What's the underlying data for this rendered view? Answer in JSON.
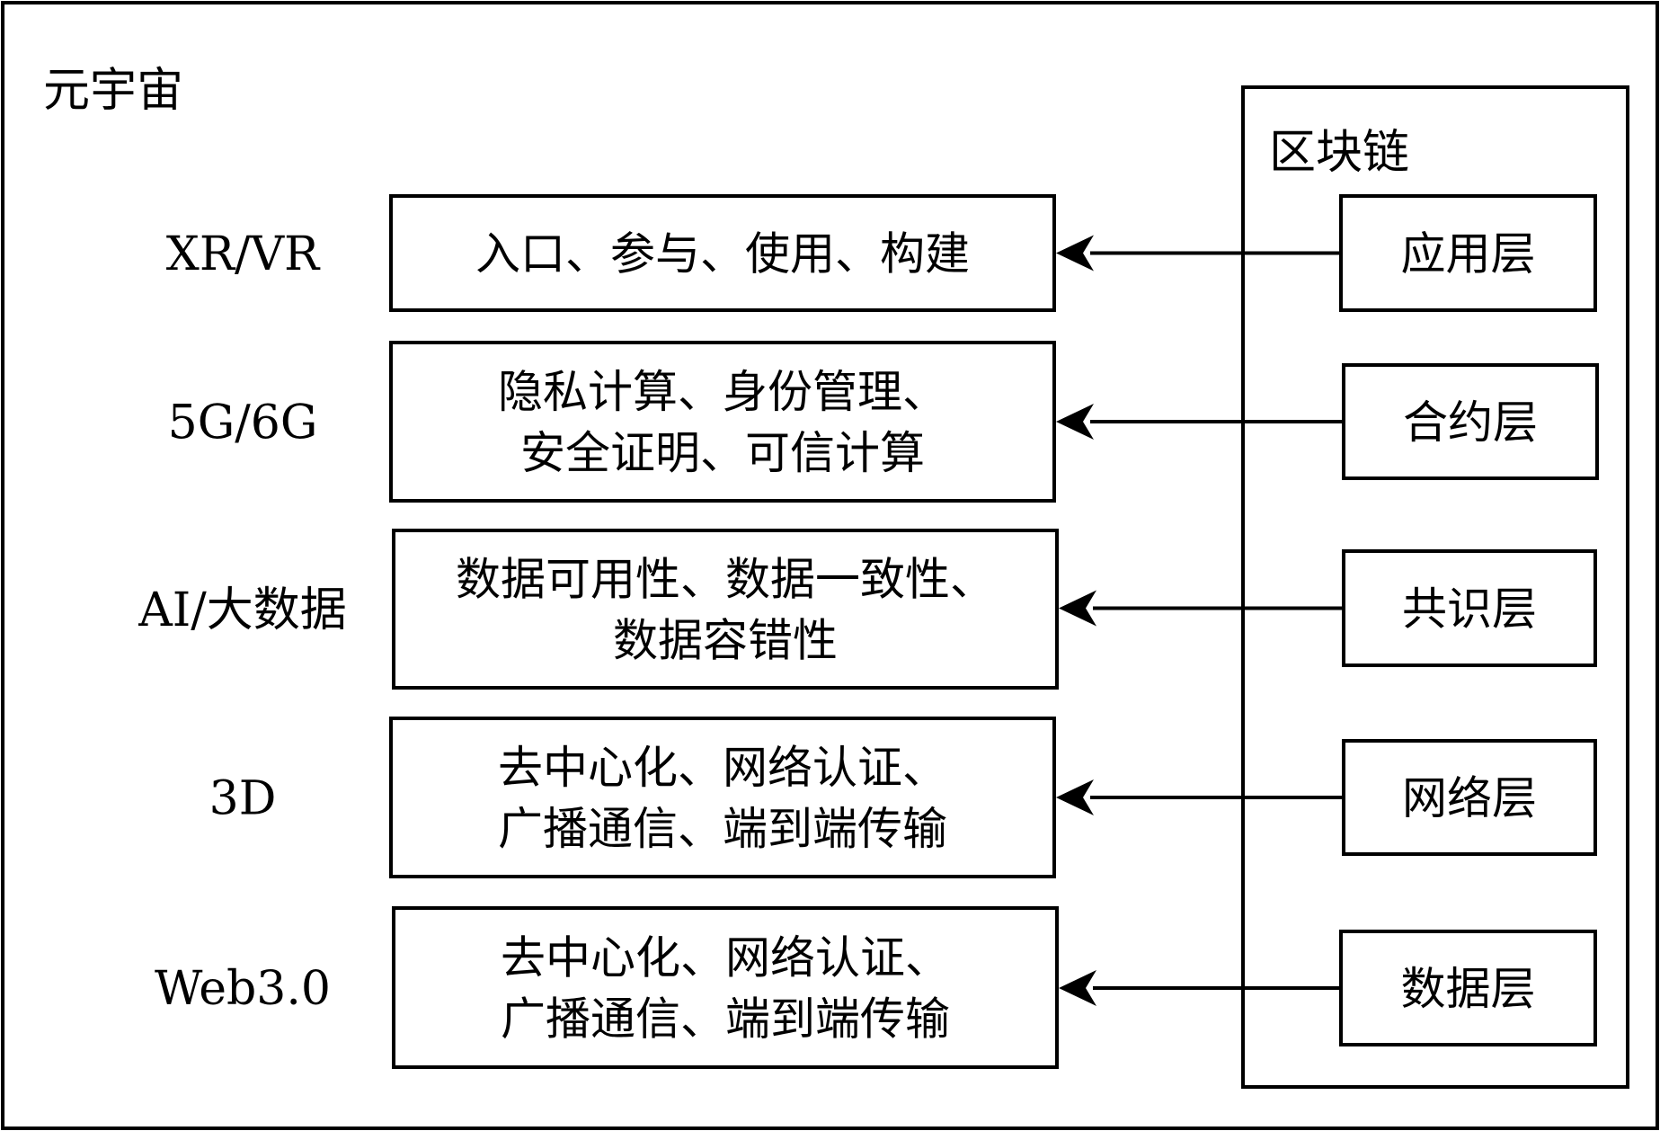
{
  "metaverse": {
    "title": "元宇宙",
    "technologies": [
      {
        "label": "XR/VR",
        "functions": [
          "入口、参与、使用、构建"
        ]
      },
      {
        "label": "5G/6G",
        "functions": [
          "隐私计算、身份管理、",
          "安全证明、可信计算"
        ]
      },
      {
        "label": "AI/大数据",
        "functions": [
          "数据可用性、数据一致性、",
          "数据容错性"
        ]
      },
      {
        "label": "3D",
        "functions": [
          "去中心化、网络认证、",
          "广播通信、端到端传输"
        ]
      },
      {
        "label": "Web3.0",
        "functions": [
          "去中心化、网络认证、",
          "广播通信、端到端传输"
        ]
      }
    ]
  },
  "blockchain": {
    "title": "区块链",
    "layers": [
      "应用层",
      "合约层",
      "共识层",
      "网络层",
      "数据层"
    ]
  },
  "colors": {
    "stroke": "#000000",
    "background": "#ffffff"
  }
}
